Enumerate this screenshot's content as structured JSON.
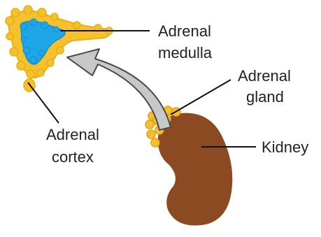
{
  "labels": {
    "adrenal_medulla": [
      "Adrenal",
      "medulla"
    ],
    "adrenal_gland": [
      "Adrenal",
      "gland"
    ],
    "adrenal_cortex": [
      "Adrenal",
      "cortex"
    ],
    "kidney": "Kidney"
  },
  "colors": {
    "cortex_yellow": "#F6C12E",
    "medulla_blue": "#1EA7E8",
    "kidney_brown": "#8B4A21",
    "arrow_gray": "#C8C8C8",
    "arrow_outline": "#4A4A4A",
    "leader_line": "#111111",
    "text": "#222222"
  }
}
